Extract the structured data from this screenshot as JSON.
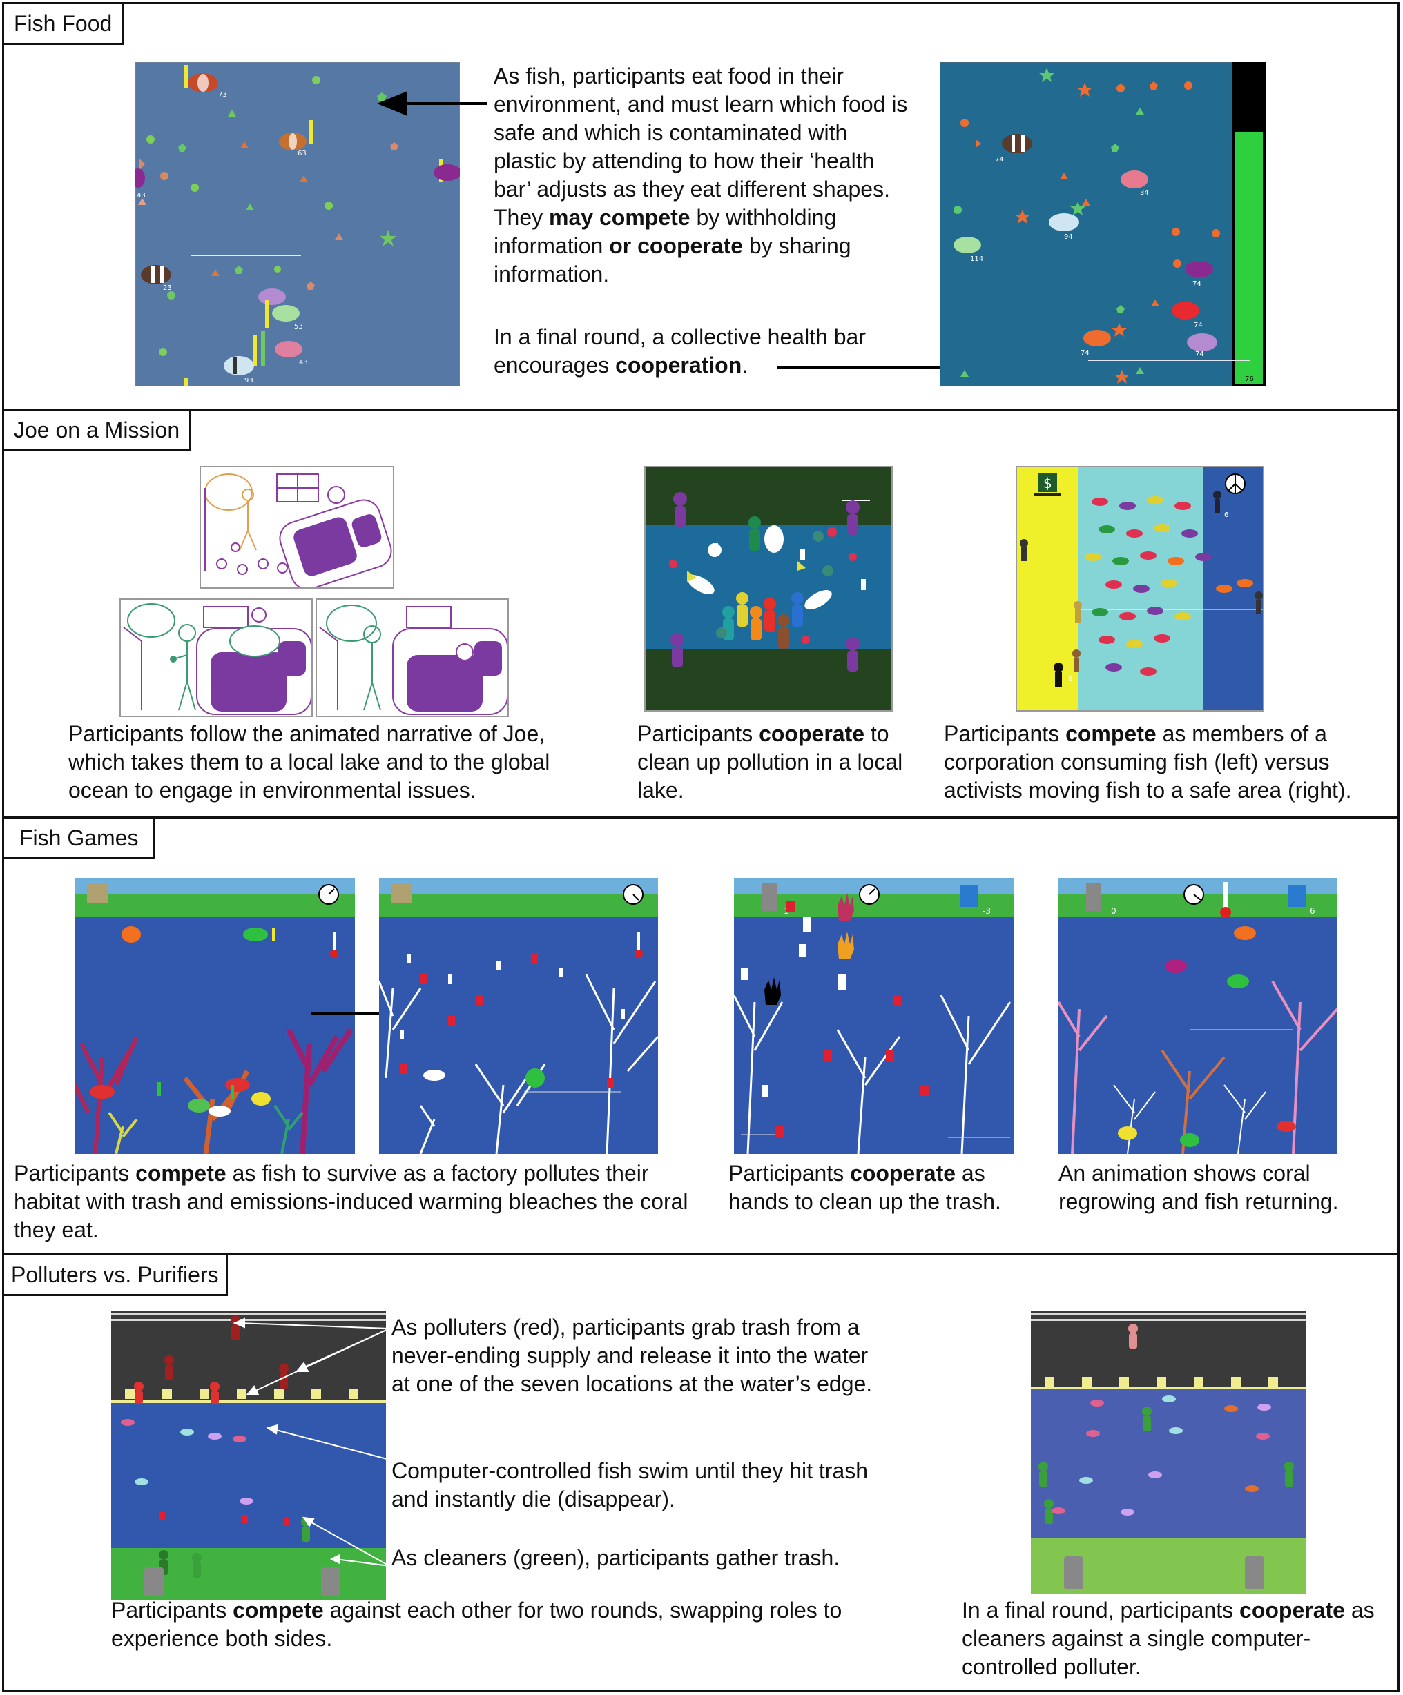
{
  "colors": {
    "ocean_fishfood_left": "#5578a4",
    "ocean_fishfood_right": "#236a90",
    "health_green": "#2fd040",
    "lake_dark": "#23441e",
    "lake_water": "#1d6b9a",
    "corp_yellow": "#efef2a",
    "mid_cyan": "#86d5d6",
    "activist_blue": "#2e5aa9",
    "sky": "#6db0dc",
    "grass": "#41b140",
    "sea": "#3158ad",
    "road": "#3a3a3a",
    "water_purple": "#4b5fb0",
    "bank_green": "#82c650"
  },
  "sections": [
    {
      "id": "fish-food",
      "title": "Fish Food"
    },
    {
      "id": "joe-on-a-mission",
      "title": "Joe on a Mission"
    },
    {
      "id": "fish-games",
      "title": "Fish Games"
    },
    {
      "id": "polluters-vs-purifiers",
      "title": "Polluters vs. Purifiers"
    }
  ],
  "fish_food": {
    "para1_a": "As fish, participants eat food in their environment, and must learn which food is safe and which is contaminated with plastic by attending to how their ‘health bar’ adjusts as they eat different shapes. They ",
    "para1_b": "may compete",
    "para1_c": " by withholding information ",
    "para1_d": "or cooperate",
    "para1_e": " by sharing information.",
    "para2_a": "In a final round, a collective health bar encourages ",
    "para2_b": "cooperation",
    "para2_c": ".",
    "left_fish_labels": [
      "73",
      "63",
      "43",
      "23",
      "53",
      "43",
      "93"
    ],
    "right_fish_labels": [
      "74",
      "34",
      "94",
      "114",
      "74",
      "74",
      "74",
      "74"
    ],
    "collective_health_label": "76",
    "collective_health_fraction": 0.79
  },
  "joe": {
    "col1_text": "Participants follow the animated narrative of Joe, which takes them to a local lake and to the global ocean to engage in environmental issues.",
    "col2_a": "Participants ",
    "col2_b": "cooperate",
    "col2_c": " to clean up pollution in a local lake.",
    "col3_a": "Participants ",
    "col3_b": "compete",
    "col3_c": " as members of a corporation consuming fish (left) versus activists moving fish to a safe area (right).",
    "corp_icon": "$",
    "activist_count": "6",
    "corp_count": "8"
  },
  "fish_games": {
    "col1_a": "Participants ",
    "col1_b": "compete",
    "col1_c": " as fish to survive as a factory pollutes their habitat with trash and emissions-induced warming bleaches the coral they eat.",
    "col2_a": "Participants ",
    "col2_b": "cooperate",
    "col2_c": " as hands to clean up the trash.",
    "col3_text": "An animation shows coral regrowing and fish returning.",
    "hands_trash_count": "1",
    "hands_recycle_count": "-3",
    "regrow_trash_count": "0",
    "regrow_recycle_count": "6"
  },
  "ppp": {
    "note1": "As polluters (red), participants grab trash from a never-ending supply and release it into the water at one of the seven locations at the water’s edge.",
    "note2": "Computer-controlled fish swim until they hit trash and instantly die (disappear).",
    "note3": "As cleaners (green), participants gather trash.",
    "bottom_left_a": "Participants ",
    "bottom_left_b": "compete",
    "bottom_left_c": " against each other for two rounds, swapping roles to experience both sides.",
    "bottom_right_a": "In a final round, participants ",
    "bottom_right_b": "cooperate",
    "bottom_right_c": " as cleaners against a single computer-controlled polluter."
  }
}
